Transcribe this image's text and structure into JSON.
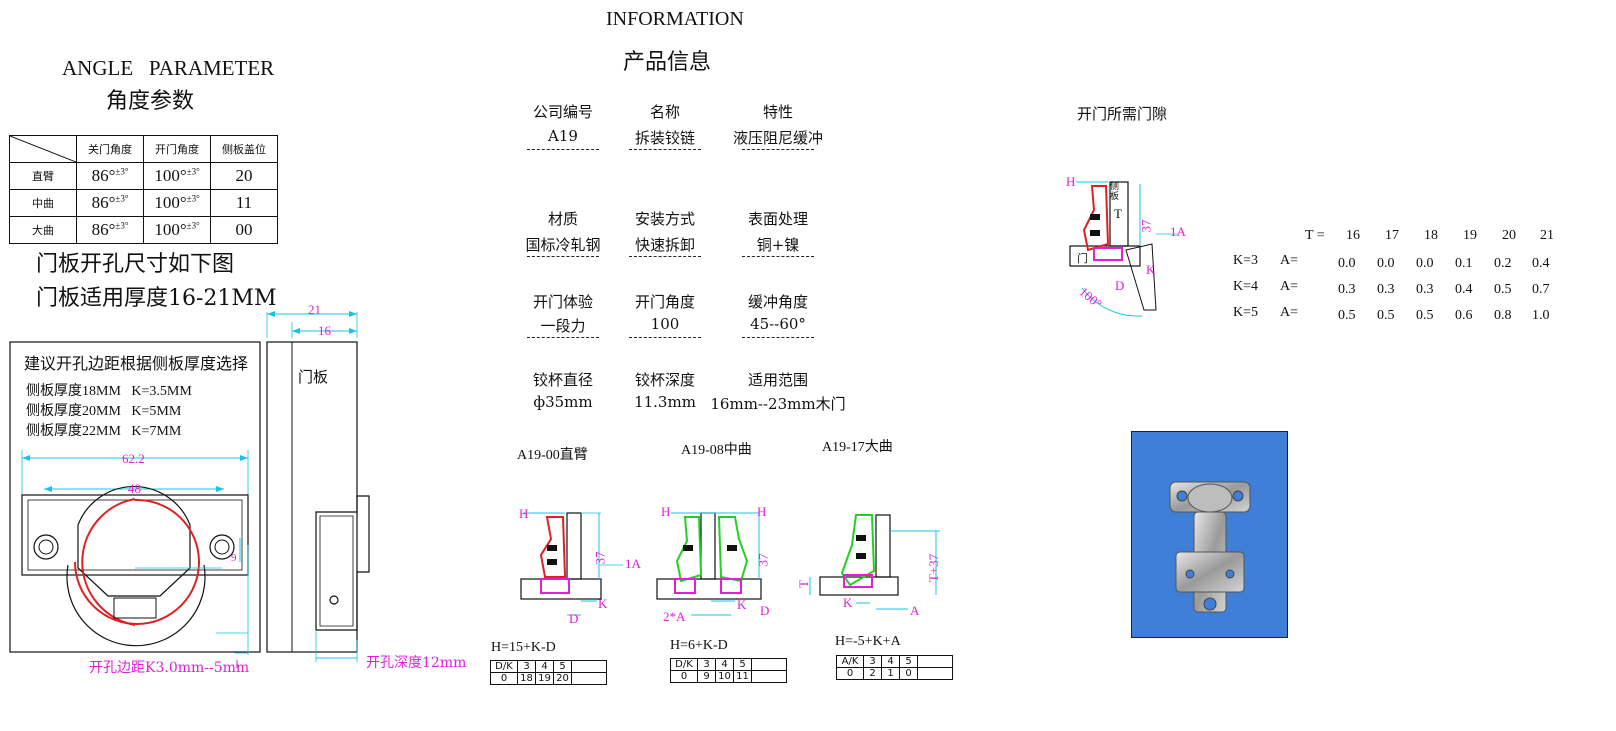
{
  "header": {
    "title_en": "INFORMATION",
    "title_cn": "产品信息"
  },
  "angle": {
    "title_en": "ANGLE   PARAMETER",
    "title_cn": "角度参数",
    "columns": [
      "关门角度",
      "开门角度",
      "侧板盖位"
    ],
    "rows": [
      {
        "name": "直臂",
        "close": "86°",
        "close_tol": "±3°",
        "open": "100°",
        "open_tol": "±3°",
        "cover": "20"
      },
      {
        "name": "中曲",
        "close": "86°",
        "close_tol": "±3°",
        "open": "100°",
        "open_tol": "±3°",
        "cover": "11"
      },
      {
        "name": "大曲",
        "close": "86°",
        "close_tol": "±3°",
        "open": "100°",
        "open_tol": "±3°",
        "cover": "00"
      }
    ],
    "caption1": "门板开孔尺寸如下图",
    "caption2": "门板适用厚度16-21MM"
  },
  "drill": {
    "title": "建议开孔边距根据侧板厚度选择",
    "lines": [
      "侧板厚度18MM   K=3.5MM",
      "侧板厚度20MM   K=5MM",
      "侧板厚度22MM   K=7MM"
    ],
    "dim_62": "62.2",
    "dim_48": "48",
    "dim_9": "9",
    "edge_label": "开孔边距K3.0mm--5mm",
    "door_label": "门板",
    "dim_21": "21",
    "dim_16": "16",
    "depth_label": "开孔深度12mm"
  },
  "info": [
    {
      "label": "公司编号",
      "value": "A19"
    },
    {
      "label": "名称",
      "value": "拆装铰链"
    },
    {
      "label": "特性",
      "value": "液压阻尼缓冲"
    },
    {
      "label": "材质",
      "value": "国标冷轧钢"
    },
    {
      "label": "安装方式",
      "value": "快速拆卸"
    },
    {
      "label": "表面处理",
      "value": "铜+镍"
    },
    {
      "label": "开门体验",
      "value": "一段力"
    },
    {
      "label": "开门角度",
      "value": "100"
    },
    {
      "label": "缓冲角度",
      "value": "45--60°"
    },
    {
      "label": "铰杯直径",
      "value": "ф35mm"
    },
    {
      "label": "铰杯深度",
      "value": "11.3mm"
    },
    {
      "label": "适用范围",
      "value": "16mm--23mm木门"
    }
  ],
  "variants": [
    {
      "name": "A19-00直臂",
      "formula": "H=15+K-D",
      "table": {
        "head": [
          "D",
          "K",
          "3",
          "4",
          "5"
        ],
        "row": [
          "0",
          "18",
          "19",
          "20"
        ]
      }
    },
    {
      "name": "A19-08中曲",
      "formula": "H=6+K-D",
      "table": {
        "head": [
          "D",
          "K",
          "3",
          "4",
          "5"
        ],
        "row": [
          "0",
          "9",
          "10",
          "11"
        ]
      }
    },
    {
      "name": "A19-17大曲",
      "formula": "H=-5+K+A",
      "table": {
        "head": [
          "A",
          "K",
          "3",
          "4",
          "5"
        ],
        "row": [
          "0",
          "2",
          "1",
          "0"
        ]
      }
    }
  ],
  "diagram_labels": {
    "h": "H",
    "k": "K",
    "d": "D",
    "a": "A",
    "t": "T",
    "t37": "T+37",
    "d37": "37",
    "a1": "1A",
    "twoa": "2*A",
    "side": "侧板",
    "door": "门",
    "angle100": "100°"
  },
  "gap": {
    "title": "开门所需门隙",
    "t_label": "T =",
    "t_values": [
      "16",
      "17",
      "18",
      "19",
      "20",
      "21"
    ],
    "a_label": "A=",
    "rows": [
      {
        "k": "K=3",
        "values": [
          "0.0",
          "0.0",
          "0.0",
          "0.1",
          "0.2",
          "0.4"
        ]
      },
      {
        "k": "K=4",
        "values": [
          "0.3",
          "0.3",
          "0.3",
          "0.4",
          "0.5",
          "0.7"
        ]
      },
      {
        "k": "K=5",
        "values": [
          "0.5",
          "0.5",
          "0.5",
          "0.6",
          "0.8",
          "1.0"
        ]
      }
    ]
  },
  "colors": {
    "magenta": "#e11fd6",
    "cyan": "#19c3e6",
    "red": "#e02020",
    "green": "#22d022",
    "photo_bg": "#3f7fd8"
  }
}
